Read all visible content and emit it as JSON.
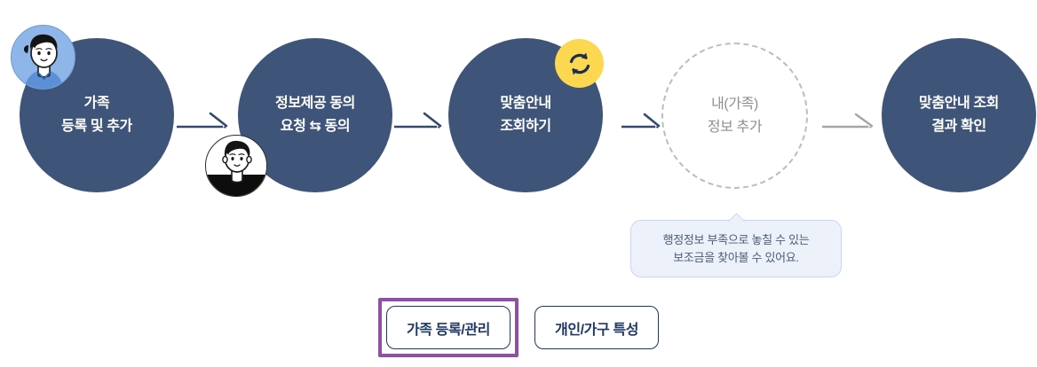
{
  "flow": {
    "nodes": [
      {
        "id": "family-register",
        "lines": [
          "가족",
          "등록 및 추가"
        ],
        "style": "filled",
        "fill": "#3E5479",
        "avatar": "person-avatar-blue"
      },
      {
        "id": "consent-request",
        "lines": [
          "정보제공 동의",
          "요청 ⇆ 동의"
        ],
        "style": "filled",
        "fill": "#3E5479",
        "avatar": "person-avatar-dark"
      },
      {
        "id": "custom-guide-search",
        "lines": [
          "맞춤안내",
          "조회하기"
        ],
        "style": "filled",
        "fill": "#3E5479",
        "badge": "refresh-icon",
        "badge_color": "#FBD84F"
      },
      {
        "id": "add-my-family-info",
        "lines": [
          "내(가족)",
          "정보 추가"
        ],
        "style": "dashed",
        "outline": "#BDBDBD",
        "text_color": "#8F8F8F"
      },
      {
        "id": "check-guide-result",
        "lines": [
          "맞춤안내 조회",
          "결과 확인"
        ],
        "style": "filled",
        "fill": "#3E5479"
      }
    ],
    "arrows": [
      {
        "id": "arrow-1",
        "color": "#34496E"
      },
      {
        "id": "arrow-2",
        "color": "#34496E"
      },
      {
        "id": "arrow-3",
        "color": "#34496E"
      },
      {
        "id": "arrow-4",
        "color": "#A6A6A6"
      }
    ]
  },
  "tooltip": {
    "lines": [
      "행정정보 부족으로 놓칠 수 있는",
      "보조금을 찾아볼 수 있어요."
    ],
    "background": "#EDF1F9",
    "border": "#C9D6EC",
    "text_color": "#4D5D78"
  },
  "buttons": [
    {
      "id": "family-manage",
      "label": "가족 등록/관리",
      "highlighted": true,
      "highlight_color": "#8F4FA3",
      "border_color": "#1F3864",
      "text_color": "#1F3864"
    },
    {
      "id": "household-traits",
      "label": "개인/가구 특성",
      "highlighted": false,
      "border_color": "#1F3864",
      "text_color": "#1F3864"
    }
  ]
}
